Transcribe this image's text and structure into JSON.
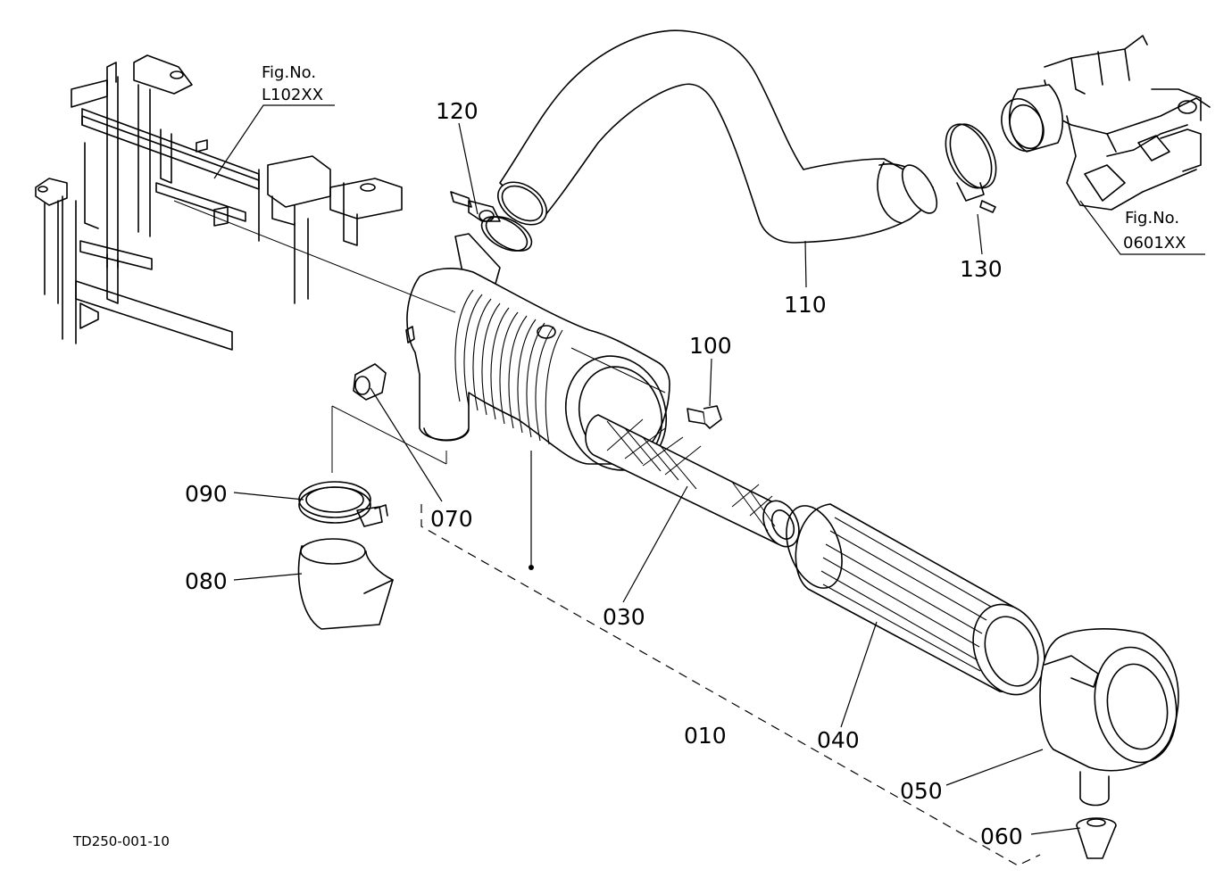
{
  "drawing_ref": "TD250-001-10",
  "figure_refs": [
    {
      "label": "Fig.No.",
      "code": "L102XX"
    },
    {
      "label": "Fig.No.",
      "code": "0601XX"
    }
  ],
  "parts": [
    {
      "id": "p010",
      "number": "010"
    },
    {
      "id": "p030",
      "number": "030"
    },
    {
      "id": "p040",
      "number": "040"
    },
    {
      "id": "p050",
      "number": "050"
    },
    {
      "id": "p060",
      "number": "060"
    },
    {
      "id": "p070",
      "number": "070"
    },
    {
      "id": "p080",
      "number": "080"
    },
    {
      "id": "p090",
      "number": "090"
    },
    {
      "id": "p100",
      "number": "100"
    },
    {
      "id": "p110",
      "number": "110"
    },
    {
      "id": "p120",
      "number": "120"
    },
    {
      "id": "p130",
      "number": "130"
    }
  ]
}
